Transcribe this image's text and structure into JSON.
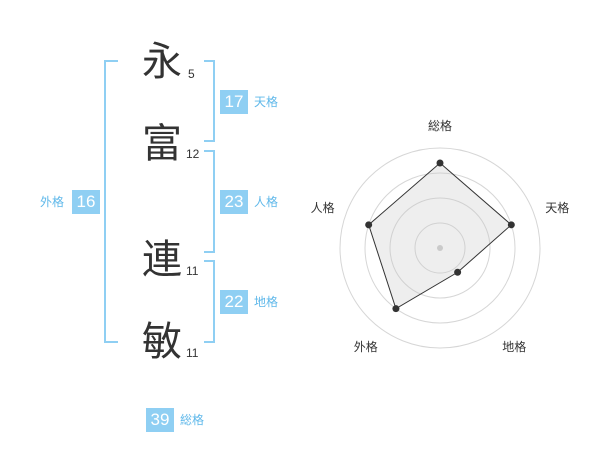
{
  "characters": [
    {
      "char": "永",
      "strokes": "5"
    },
    {
      "char": "富",
      "strokes": "12"
    },
    {
      "char": "連",
      "strokes": "11"
    },
    {
      "char": "敏",
      "strokes": "11"
    }
  ],
  "kaku": {
    "tenkaku": {
      "value": "17",
      "label": "天格"
    },
    "jinkaku": {
      "value": "23",
      "label": "人格"
    },
    "chikaku": {
      "value": "22",
      "label": "地格"
    },
    "gaikaku": {
      "value": "16",
      "label": "外格"
    },
    "soukaku": {
      "value": "39",
      "label": "総格"
    }
  },
  "colors": {
    "accent": "#8fcff3",
    "label": "#5fb8ea",
    "text": "#333333"
  },
  "chart_data": {
    "type": "radar",
    "axes": [
      "総格",
      "天格",
      "地格",
      "外格",
      "人格"
    ],
    "values": [
      0.85,
      0.75,
      0.3,
      0.75,
      0.75
    ],
    "max": 1,
    "rings": 4,
    "grid": true
  }
}
